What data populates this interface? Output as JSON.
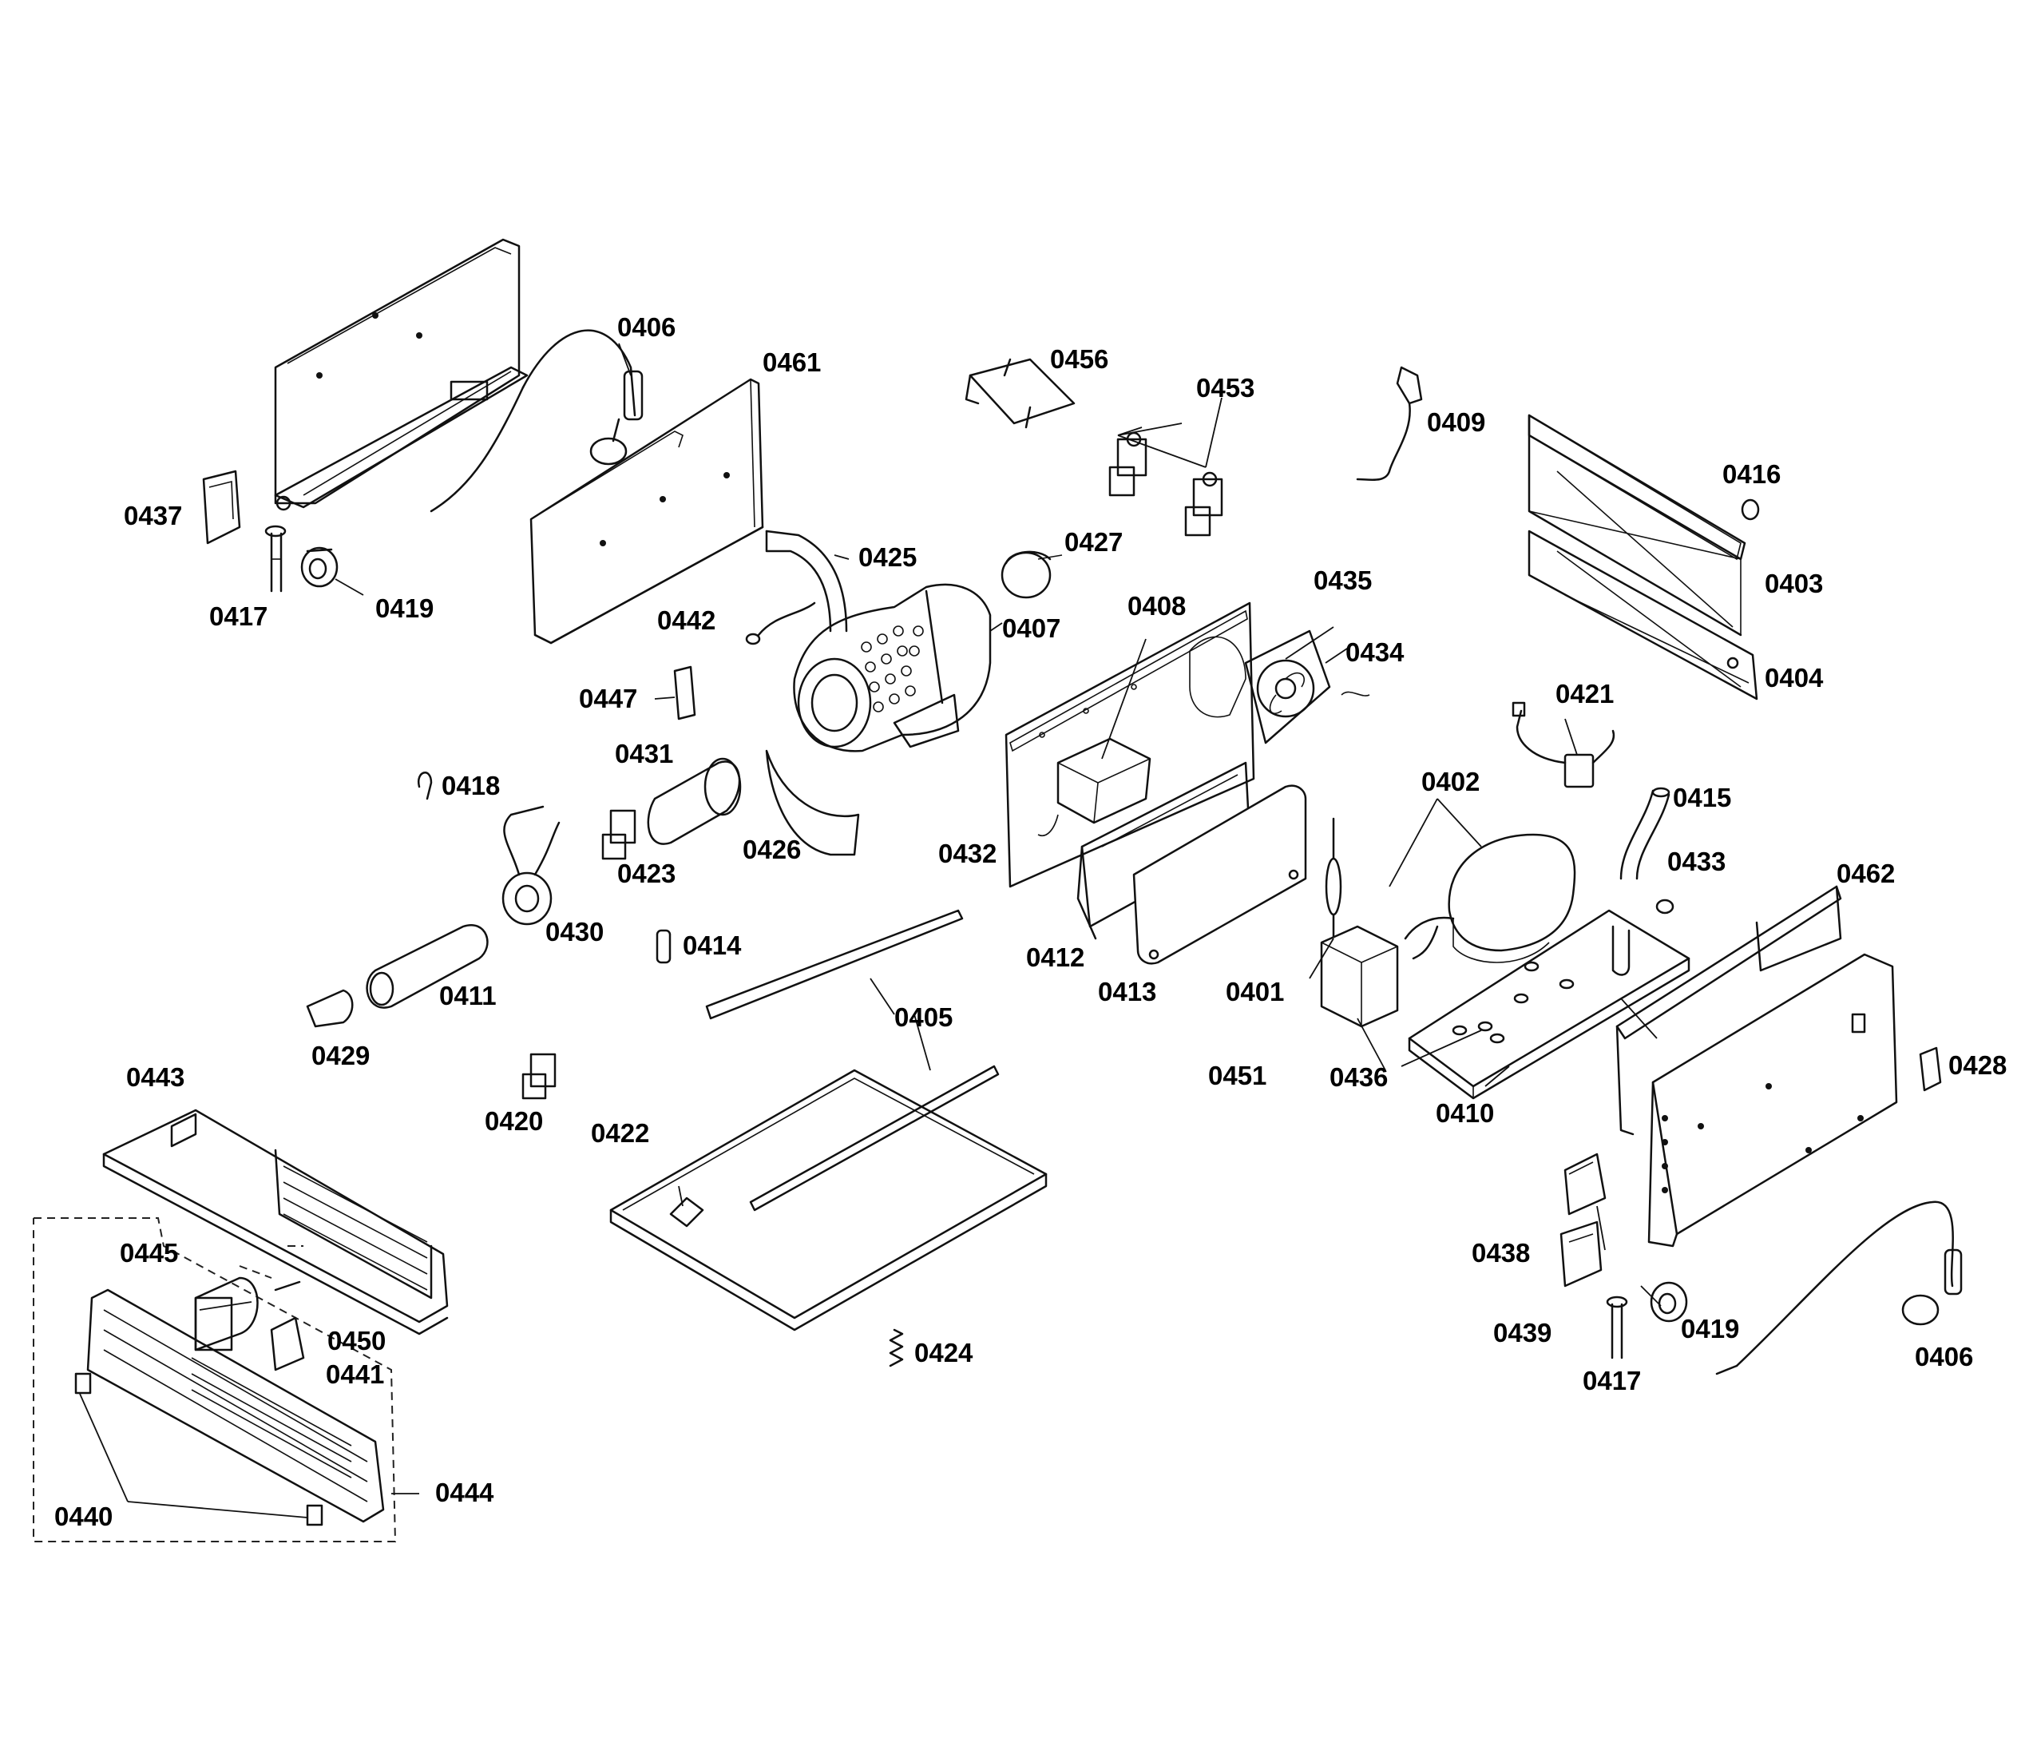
{
  "labels": {
    "p0401": "0401",
    "p0402": "0402",
    "p0403": "0403",
    "p0404": "0404",
    "p0405": "0405",
    "p0406a": "0406",
    "p0406b": "0406",
    "p0407": "0407",
    "p0408": "0408",
    "p0409": "0409",
    "p0410": "0410",
    "p0411": "0411",
    "p0412": "0412",
    "p0413": "0413",
    "p0414": "0414",
    "p0415": "0415",
    "p0416": "0416",
    "p0417a": "0417",
    "p0417b": "0417",
    "p0418": "0418",
    "p0419a": "0419",
    "p0419b": "0419",
    "p0420": "0420",
    "p0421": "0421",
    "p0422": "0422",
    "p0423": "0423",
    "p0424": "0424",
    "p0425": "0425",
    "p0426": "0426",
    "p0427": "0427",
    "p0428": "0428",
    "p0429": "0429",
    "p0430": "0430",
    "p0431": "0431",
    "p0432": "0432",
    "p0433": "0433",
    "p0434": "0434",
    "p0435": "0435",
    "p0436": "0436",
    "p0437": "0437",
    "p0438": "0438",
    "p0439": "0439",
    "p0440": "0440",
    "p0441": "0441",
    "p0442": "0442",
    "p0443": "0443",
    "p0444": "0444",
    "p0445": "0445",
    "p0447": "0447",
    "p0450": "0450",
    "p0451": "0451",
    "p0453": "0453",
    "p0456": "0456",
    "p0461": "0461",
    "p0462": "0462"
  }
}
